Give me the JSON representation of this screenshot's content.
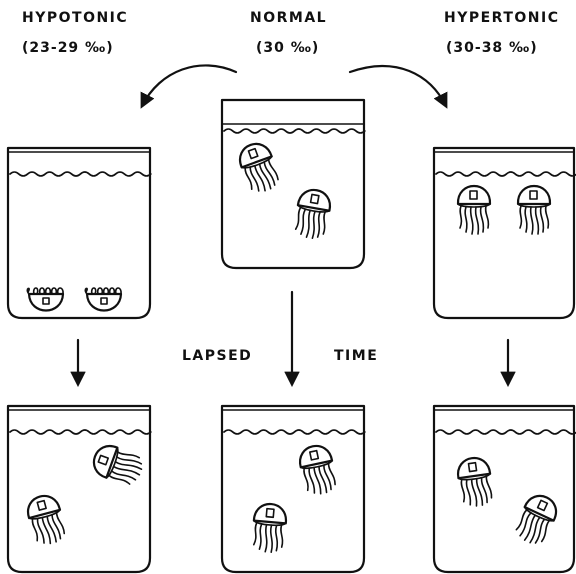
{
  "headers": {
    "hypotonic": {
      "title": "HYPOTONIC",
      "range": "(23-29 ‰)"
    },
    "normal": {
      "title": "NORMAL",
      "range": "(30 ‰)"
    },
    "hypertonic": {
      "title": "HYPERTONIC",
      "range": "(30-38 ‰)"
    }
  },
  "time_label": {
    "left": "LAPSED",
    "right": "TIME"
  },
  "panels": [
    {
      "id": "normal-start",
      "jellyfish": 2,
      "state": "swimming"
    },
    {
      "id": "hypotonic-start",
      "jellyfish": 2,
      "state": "sunk to bottom"
    },
    {
      "id": "hypertonic-start",
      "jellyfish": 2,
      "state": "floating at surface"
    },
    {
      "id": "hypotonic-after",
      "jellyfish": 2,
      "state": "swimming"
    },
    {
      "id": "normal-after",
      "jellyfish": 2,
      "state": "swimming"
    },
    {
      "id": "hypertonic-after",
      "jellyfish": 2,
      "state": "swimming"
    }
  ],
  "colors": {
    "ink": "#111111",
    "background": "#ffffff"
  }
}
